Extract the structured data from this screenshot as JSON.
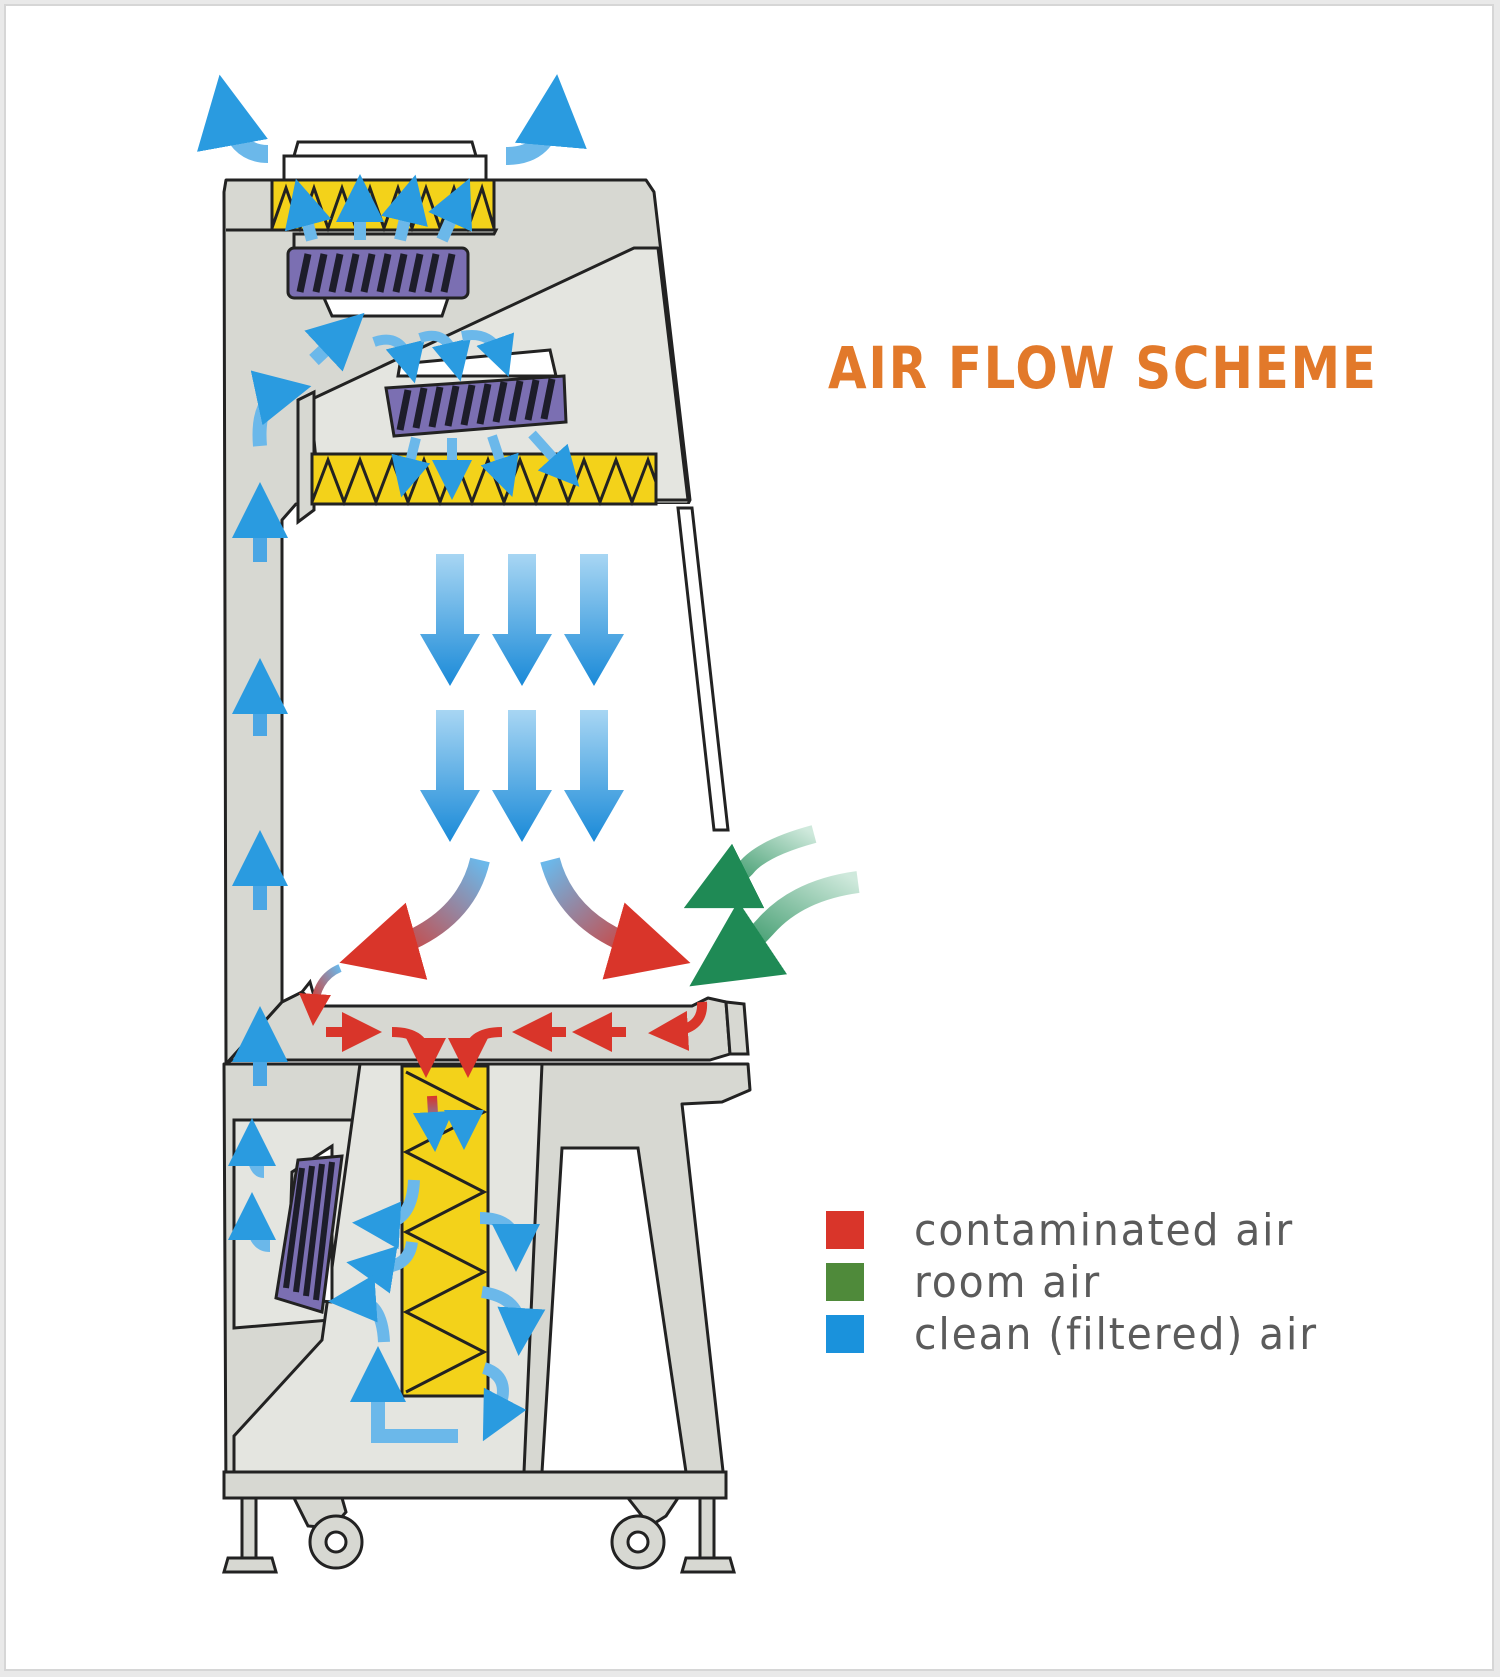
{
  "title": "AIR FLOW SCHEME",
  "colors": {
    "contaminated": "#d9352a",
    "room": "#4f8a3a",
    "clean": "#1a92dc",
    "accent_title": "#e2792a",
    "filter": "#f3d21a",
    "fan": "#7b6fb2",
    "cabinet": "#d7d8d2"
  },
  "legend": [
    {
      "key": "contaminated",
      "label": "contaminated  air"
    },
    {
      "key": "room",
      "label": "room  air"
    },
    {
      "key": "clean",
      "label": "clean  (filtered)  air"
    }
  ]
}
